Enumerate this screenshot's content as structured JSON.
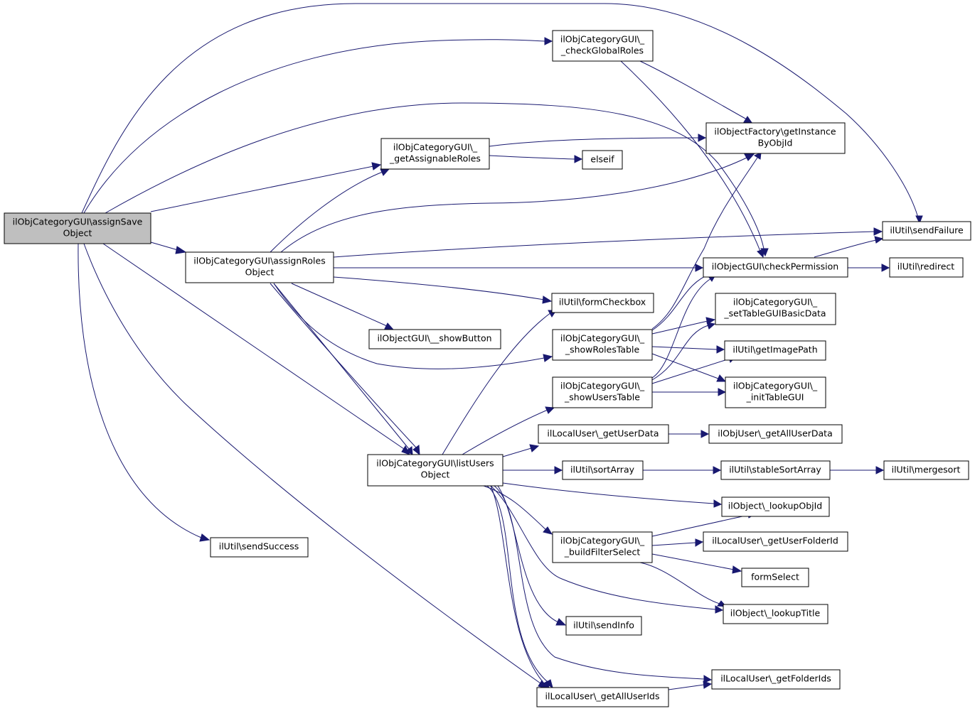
{
  "nodes": {
    "assignSave": {
      "lines": [
        "ilObjCategoryGUI\\assignSave",
        "Object"
      ],
      "root": true
    },
    "assignRoles": {
      "lines": [
        "ilObjCategoryGUI\\assignRoles",
        "Object"
      ]
    },
    "checkGlobalRoles": {
      "lines": [
        "ilObjCategoryGUI\\_",
        "_checkGlobalRoles"
      ]
    },
    "getAssignableRoles": {
      "lines": [
        "ilObjCategoryGUI\\_",
        "_getAssignableRoles"
      ]
    },
    "getInstanceByObjId": {
      "lines": [
        "ilObjectFactory\\getInstance",
        "ByObjId"
      ]
    },
    "elseif": {
      "lines": [
        "elseif"
      ]
    },
    "sendFailure": {
      "lines": [
        "ilUtil\\sendFailure"
      ]
    },
    "checkPermission": {
      "lines": [
        "ilObjectGUI\\checkPermission"
      ]
    },
    "redirect": {
      "lines": [
        "ilUtil\\redirect"
      ]
    },
    "formCheckbox": {
      "lines": [
        "ilUtil\\formCheckbox"
      ]
    },
    "showButton": {
      "lines": [
        "ilObjectGUI\\__showButton"
      ]
    },
    "setTableGUIBasicData": {
      "lines": [
        "ilObjCategoryGUI\\_",
        "_setTableGUIBasicData"
      ]
    },
    "showRolesTable": {
      "lines": [
        "ilObjCategoryGUI\\_",
        "_showRolesTable"
      ]
    },
    "getImagePath": {
      "lines": [
        "ilUtil\\getImagePath"
      ]
    },
    "showUsersTable": {
      "lines": [
        "ilObjCategoryGUI\\_",
        "_showUsersTable"
      ]
    },
    "initTableGUI": {
      "lines": [
        "ilObjCategoryGUI\\_",
        "_initTableGUI"
      ]
    },
    "getUserData": {
      "lines": [
        "ilLocalUser\\_getUserData"
      ]
    },
    "getAllUserData": {
      "lines": [
        "ilObjUser\\_getAllUserData"
      ]
    },
    "listUsers": {
      "lines": [
        "ilObjCategoryGUI\\listUsers",
        "Object"
      ]
    },
    "sortArray": {
      "lines": [
        "ilUtil\\sortArray"
      ]
    },
    "stableSortArray": {
      "lines": [
        "ilUtil\\stableSortArray"
      ]
    },
    "mergesort": {
      "lines": [
        "ilUtil\\mergesort"
      ]
    },
    "lookupObjId": {
      "lines": [
        "ilObject\\_lookupObjId"
      ]
    },
    "buildFilterSelect": {
      "lines": [
        "ilObjCategoryGUI\\_",
        "_buildFilterSelect"
      ]
    },
    "getUserFolderId": {
      "lines": [
        "ilLocalUser\\_getUserFolderId"
      ]
    },
    "formSelect": {
      "lines": [
        "formSelect"
      ]
    },
    "lookupTitle": {
      "lines": [
        "ilObject\\_lookupTitle"
      ]
    },
    "sendSuccess": {
      "lines": [
        "ilUtil\\sendSuccess"
      ]
    },
    "sendInfo": {
      "lines": [
        "ilUtil\\sendInfo"
      ]
    },
    "getFolderIds": {
      "lines": [
        "ilLocalUser\\_getFolderIds"
      ]
    },
    "getAllUserIds": {
      "lines": [
        "ilLocalUser\\_getAllUserIds"
      ]
    }
  },
  "edges": [
    [
      "assignSave",
      "sendFailure"
    ],
    [
      "assignSave",
      "checkGlobalRoles"
    ],
    [
      "assignSave",
      "checkPermission"
    ],
    [
      "assignSave",
      "getAssignableRoles"
    ],
    [
      "assignSave",
      "assignRoles"
    ],
    [
      "assignSave",
      "listUsers"
    ],
    [
      "assignSave",
      "getAllUserIds"
    ],
    [
      "assignSave",
      "sendSuccess"
    ],
    [
      "assignRoles",
      "getAssignableRoles"
    ],
    [
      "assignRoles",
      "getInstanceByObjId"
    ],
    [
      "assignRoles",
      "sendFailure"
    ],
    [
      "assignRoles",
      "checkPermission"
    ],
    [
      "assignRoles",
      "formCheckbox"
    ],
    [
      "assignRoles",
      "showButton"
    ],
    [
      "assignRoles",
      "showRolesTable"
    ],
    [
      "assignRoles",
      "listUsers"
    ],
    [
      "checkGlobalRoles",
      "getInstanceByObjId"
    ],
    [
      "checkGlobalRoles",
      "checkPermission"
    ],
    [
      "getAssignableRoles",
      "getInstanceByObjId"
    ],
    [
      "getAssignableRoles",
      "elseif"
    ],
    [
      "checkPermission",
      "sendFailure"
    ],
    [
      "checkPermission",
      "redirect"
    ],
    [
      "showRolesTable",
      "getInstanceByObjId"
    ],
    [
      "showRolesTable",
      "checkPermission"
    ],
    [
      "showRolesTable",
      "setTableGUIBasicData"
    ],
    [
      "showRolesTable",
      "getImagePath"
    ],
    [
      "showRolesTable",
      "initTableGUI"
    ],
    [
      "showUsersTable",
      "checkPermission"
    ],
    [
      "showUsersTable",
      "setTableGUIBasicData"
    ],
    [
      "showUsersTable",
      "getImagePath"
    ],
    [
      "showUsersTable",
      "initTableGUI"
    ],
    [
      "listUsers",
      "formCheckbox"
    ],
    [
      "listUsers",
      "showUsersTable"
    ],
    [
      "listUsers",
      "getUserData"
    ],
    [
      "listUsers",
      "sortArray"
    ],
    [
      "listUsers",
      "lookupObjId"
    ],
    [
      "listUsers",
      "buildFilterSelect"
    ],
    [
      "listUsers",
      "lookupTitle"
    ],
    [
      "listUsers",
      "sendInfo"
    ],
    [
      "listUsers",
      "getFolderIds"
    ],
    [
      "listUsers",
      "getAllUserIds"
    ],
    [
      "getUserData",
      "getAllUserData"
    ],
    [
      "sortArray",
      "stableSortArray"
    ],
    [
      "stableSortArray",
      "mergesort"
    ],
    [
      "buildFilterSelect",
      "lookupObjId"
    ],
    [
      "buildFilterSelect",
      "getUserFolderId"
    ],
    [
      "buildFilterSelect",
      "formSelect"
    ],
    [
      "buildFilterSelect",
      "lookupTitle"
    ],
    [
      "getAllUserIds",
      "getFolderIds"
    ]
  ]
}
